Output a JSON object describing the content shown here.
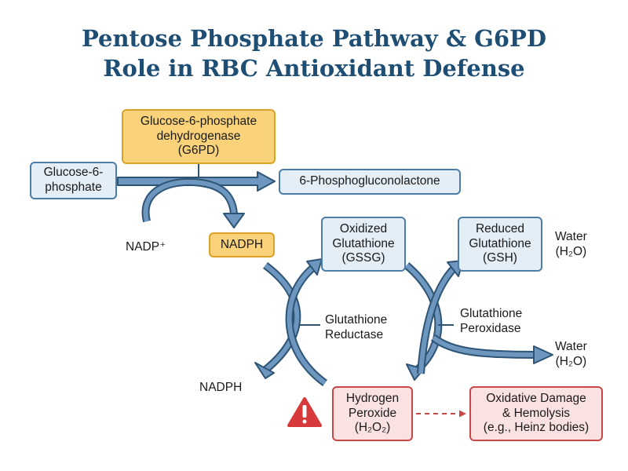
{
  "title": {
    "line1": "Pentose Phosphate Pathway & G6PD",
    "line2": "Role in RBC Antioxidant Defense"
  },
  "nodes": {
    "g6pd": [
      "Glucose-6-phosphate",
      "dehydrogenase",
      "(G6PD)"
    ],
    "g6p": [
      "Glucose-6-",
      "phosphate"
    ],
    "pgl": [
      "6-Phosphogluconolactone"
    ],
    "nadph_box": [
      "NADPH"
    ],
    "gssg": [
      "Oxidized",
      "Glutathione",
      "(GSSG)"
    ],
    "gsh": [
      "Reduced",
      "Glutathione",
      "(GSH)"
    ],
    "h2o2": [
      "Hydrogen",
      "Peroxide",
      "(H₂O₂)"
    ],
    "damage": [
      "Oxidative Damage",
      "& Hemolysis",
      "(e.g., Heinz bodies)"
    ]
  },
  "labels": {
    "nadp": "NADP⁺",
    "nadph_out": "NADPH",
    "reductase": [
      "Glutathione",
      "Reductase"
    ],
    "peroxidase": [
      "Glutathione",
      "Peroxidase"
    ],
    "water_top": [
      "Water",
      "(H₂O)"
    ],
    "water_bottom": [
      "Water",
      "(H₂O)"
    ]
  },
  "colors": {
    "title": "#1f4e74",
    "arrow_fill": "#6e97bf",
    "arrow_stroke": "#2f5576",
    "blue_box": "#e4eef6",
    "yellow_box": "#f9d27a",
    "red_box": "#fbe2e2",
    "warning": "#d63a3a"
  },
  "icons": {
    "warning": "warning-triangle-icon"
  }
}
